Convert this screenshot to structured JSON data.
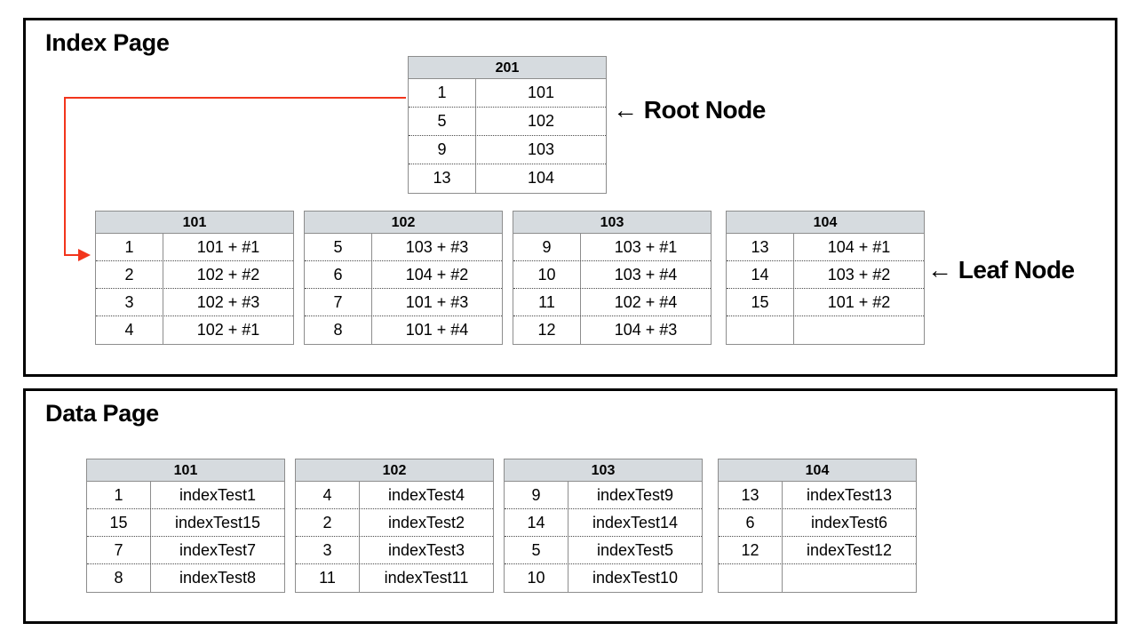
{
  "index_page": {
    "title": "Index Page",
    "root": {
      "id": "201",
      "rows": [
        {
          "key": "1",
          "value": "101"
        },
        {
          "key": "5",
          "value": "102"
        },
        {
          "key": "9",
          "value": "103"
        },
        {
          "key": "13",
          "value": "104"
        }
      ]
    },
    "leaves": [
      {
        "id": "101",
        "rows": [
          {
            "key": "1",
            "value": "101 + #1"
          },
          {
            "key": "2",
            "value": "102 + #2"
          },
          {
            "key": "3",
            "value": "102 + #3"
          },
          {
            "key": "4",
            "value": "102 + #1"
          }
        ]
      },
      {
        "id": "102",
        "rows": [
          {
            "key": "5",
            "value": "103 + #3"
          },
          {
            "key": "6",
            "value": "104 + #2"
          },
          {
            "key": "7",
            "value": "101 + #3"
          },
          {
            "key": "8",
            "value": "101 + #4"
          }
        ]
      },
      {
        "id": "103",
        "rows": [
          {
            "key": "9",
            "value": "103 + #1"
          },
          {
            "key": "10",
            "value": "103 + #4"
          },
          {
            "key": "11",
            "value": "102 + #4"
          },
          {
            "key": "12",
            "value": "104 + #3"
          }
        ]
      },
      {
        "id": "104",
        "rows": [
          {
            "key": "13",
            "value": "104 + #1"
          },
          {
            "key": "14",
            "value": "103 + #2"
          },
          {
            "key": "15",
            "value": "101 + #2"
          },
          {
            "key": "",
            "value": ""
          }
        ]
      }
    ],
    "annotations": {
      "root_label": "← Root Node",
      "leaf_label": "← Leaf Node"
    },
    "connector_color": "#f2351c"
  },
  "data_page": {
    "title": "Data Page",
    "tables": [
      {
        "id": "101",
        "rows": [
          {
            "key": "1",
            "value": "indexTest1"
          },
          {
            "key": "15",
            "value": "indexTest15"
          },
          {
            "key": "7",
            "value": "indexTest7"
          },
          {
            "key": "8",
            "value": "indexTest8"
          }
        ]
      },
      {
        "id": "102",
        "rows": [
          {
            "key": "4",
            "value": "indexTest4"
          },
          {
            "key": "2",
            "value": "indexTest2"
          },
          {
            "key": "3",
            "value": "indexTest3"
          },
          {
            "key": "11",
            "value": "indexTest11"
          }
        ]
      },
      {
        "id": "103",
        "rows": [
          {
            "key": "9",
            "value": "indexTest9"
          },
          {
            "key": "14",
            "value": "indexTest14"
          },
          {
            "key": "5",
            "value": "indexTest5"
          },
          {
            "key": "10",
            "value": "indexTest10"
          }
        ]
      },
      {
        "id": "104",
        "rows": [
          {
            "key": "13",
            "value": "indexTest13"
          },
          {
            "key": "6",
            "value": "indexTest6"
          },
          {
            "key": "12",
            "value": "indexTest12"
          },
          {
            "key": "",
            "value": ""
          }
        ]
      }
    ]
  },
  "colors": {
    "header_fill": "#d6dbdf",
    "border": "#8d8d8d",
    "panel_border": "#000000",
    "connector": "#f2351c"
  }
}
